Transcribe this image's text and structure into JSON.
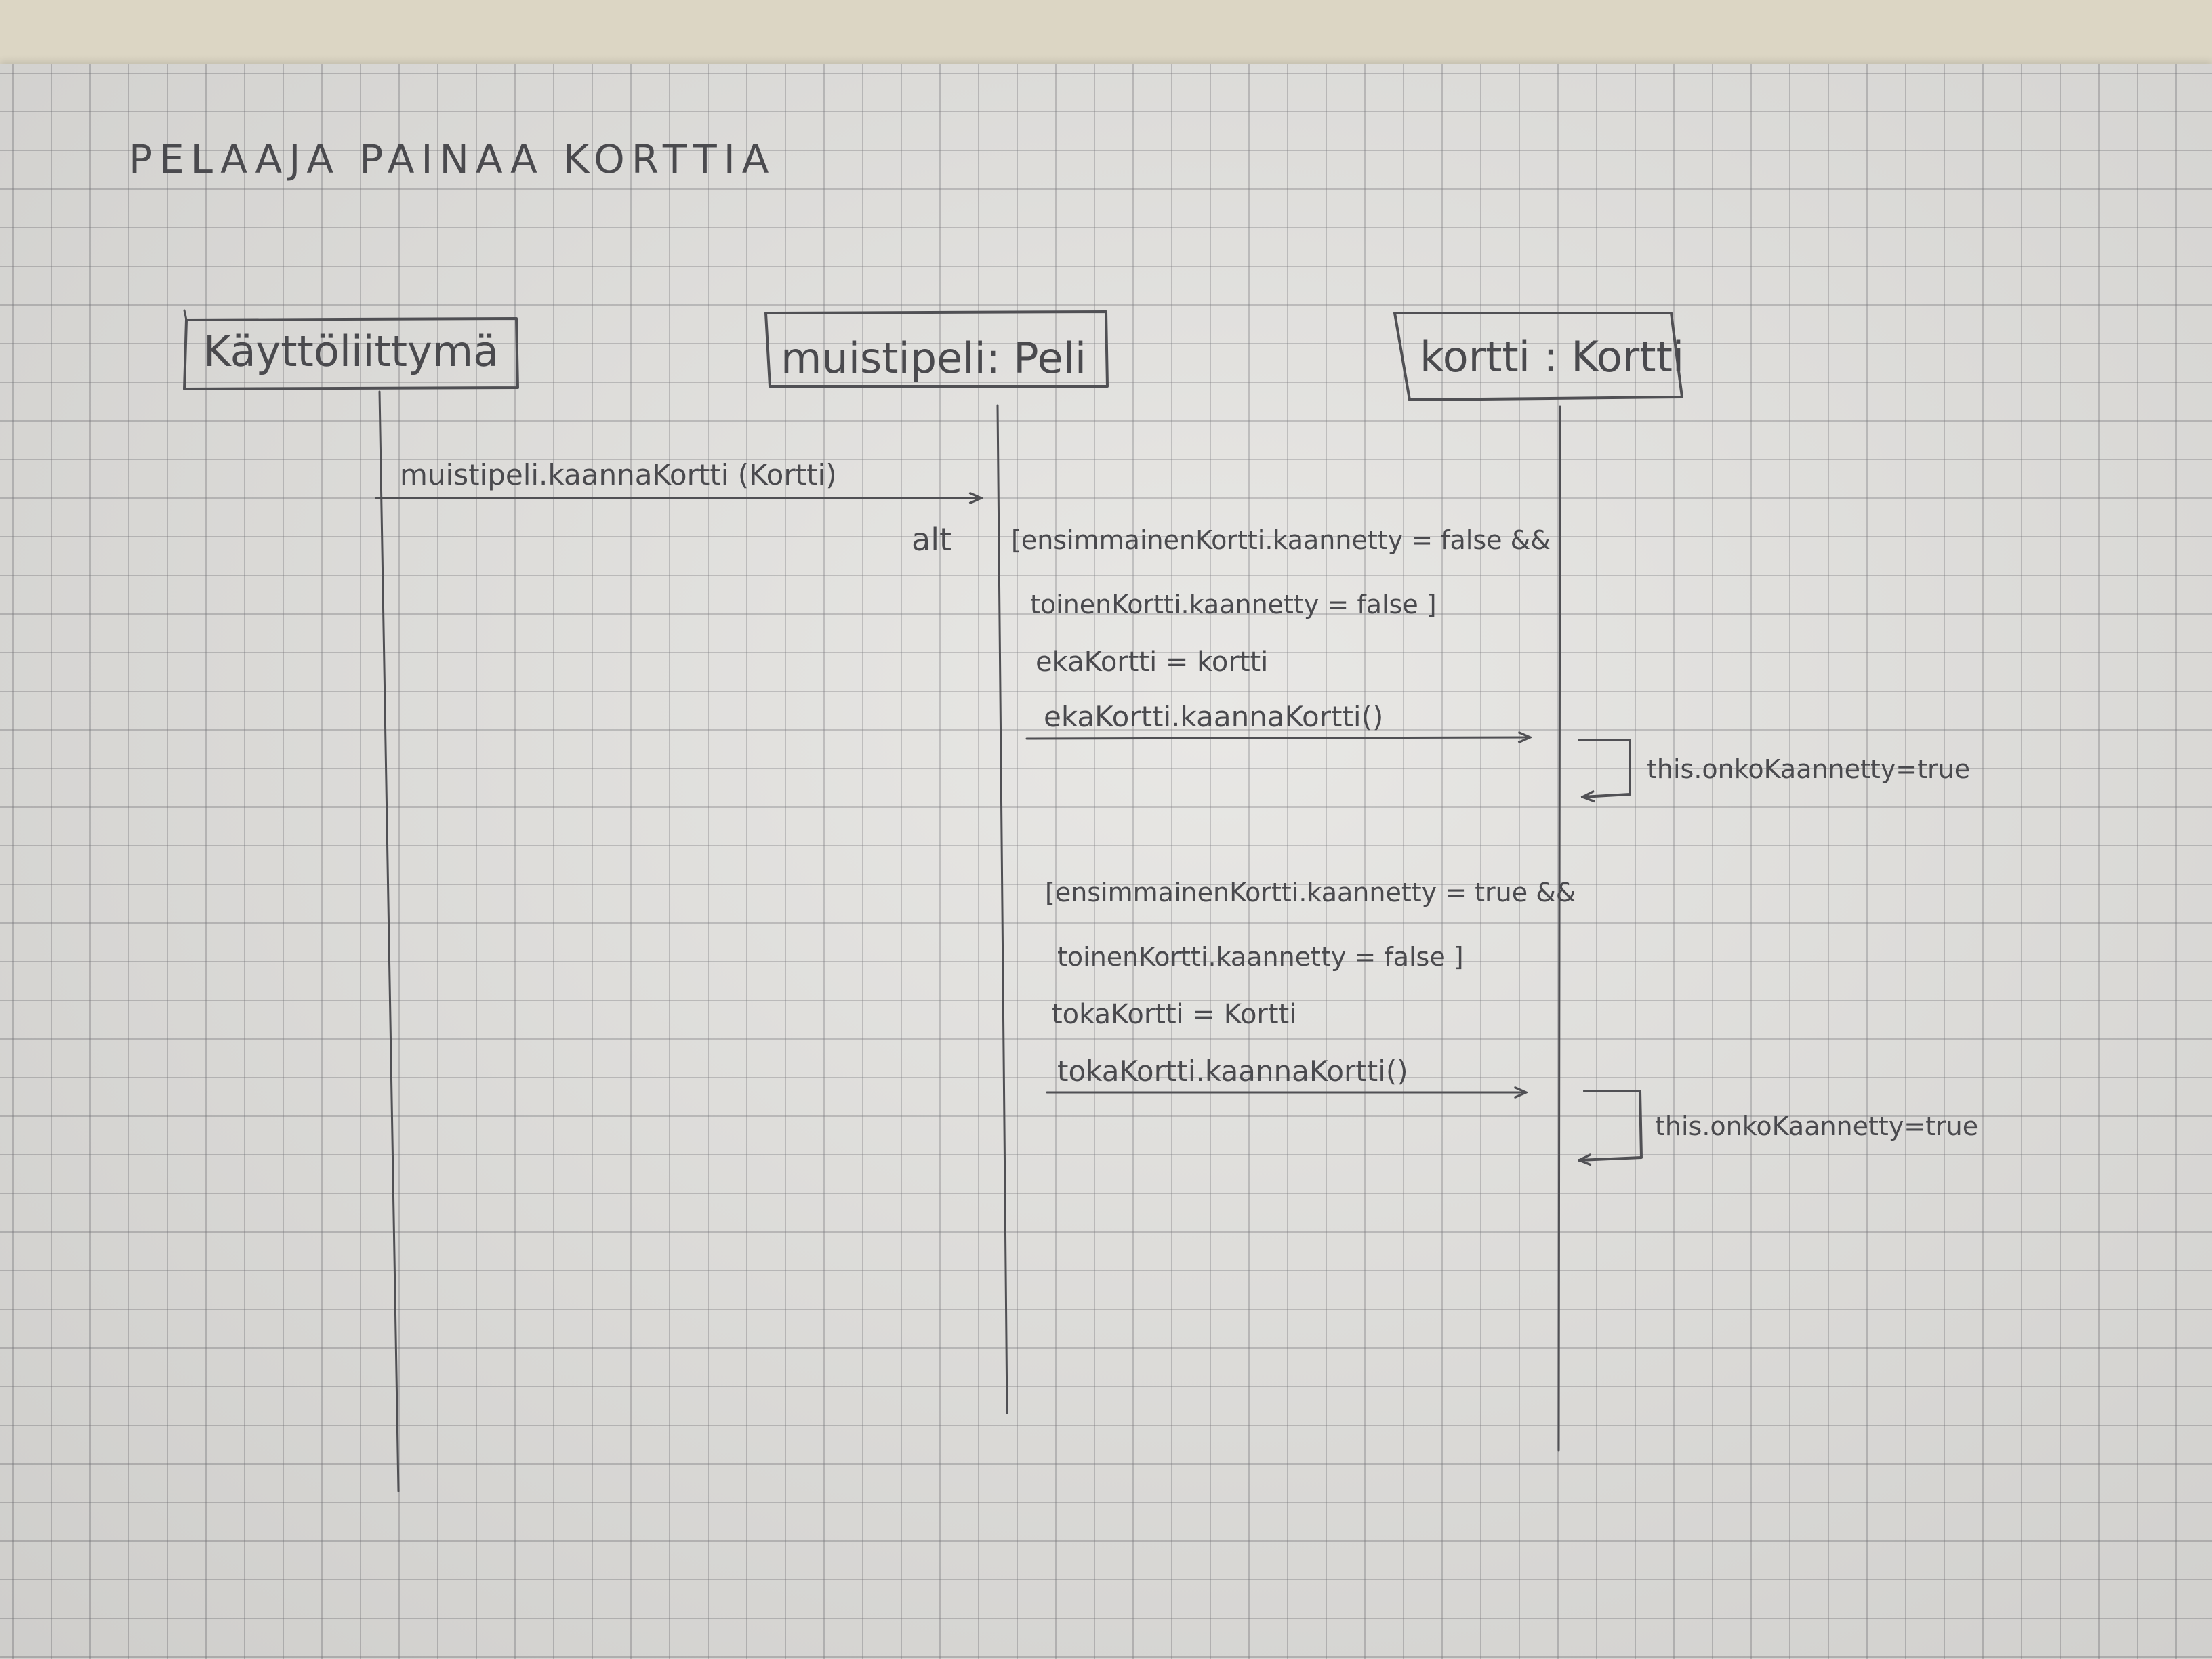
{
  "title": "PELAAJA PAINAA KORTTIA",
  "participants": [
    {
      "label": "Käyttöliittymä"
    },
    {
      "label": "muistipeli: Peli"
    },
    {
      "label": "kortti : Kortti"
    }
  ],
  "main_call": "muistipeli.kaannaKortti (Kortti)",
  "fragment_label": "alt",
  "branches": [
    {
      "guard_line1": "[ensimmainenKortti.kaannetty = false &&",
      "guard_line2": "toinenKortti.kaannetty = false ]",
      "assign": "ekaKortti = kortti",
      "call": "ekaKortti.kaannaKortti()",
      "self_note": "this.onkoKaannetty=true"
    },
    {
      "guard_line1": "[ensimmainenKortti.kaannetty = true &&",
      "guard_line2": "toinenKortti.kaannetty = false ]",
      "assign": "tokaKortti = Kortti",
      "call": "tokaKortti.kaannaKortti()",
      "self_note": "this.onkoKaannetty=true"
    }
  ],
  "colors": {
    "ink": "#4a4a4e",
    "paper": "#e6e5e2",
    "grid": "#8a8a90"
  }
}
